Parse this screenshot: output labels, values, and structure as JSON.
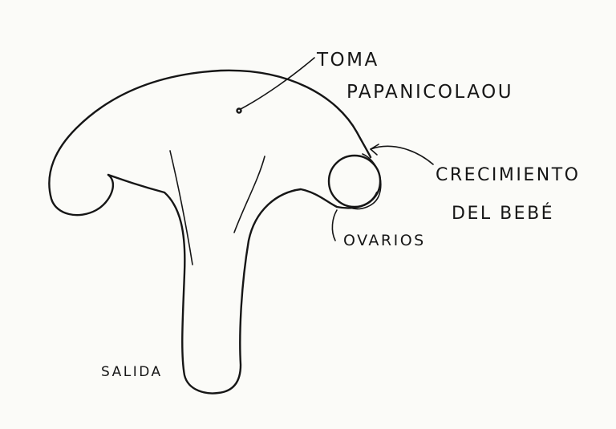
{
  "labels": {
    "toma_line1": "TOMA",
    "toma_line2": "PAPANICOLAOU",
    "crecimiento_line1": "CRECIMIENTO",
    "crecimiento_line2": "DEL BEBÉ",
    "ovarios": "OVARIOS",
    "salida": "SALIDA"
  },
  "colors": {
    "ink": "#161616",
    "paper": "#fbfbf8"
  }
}
